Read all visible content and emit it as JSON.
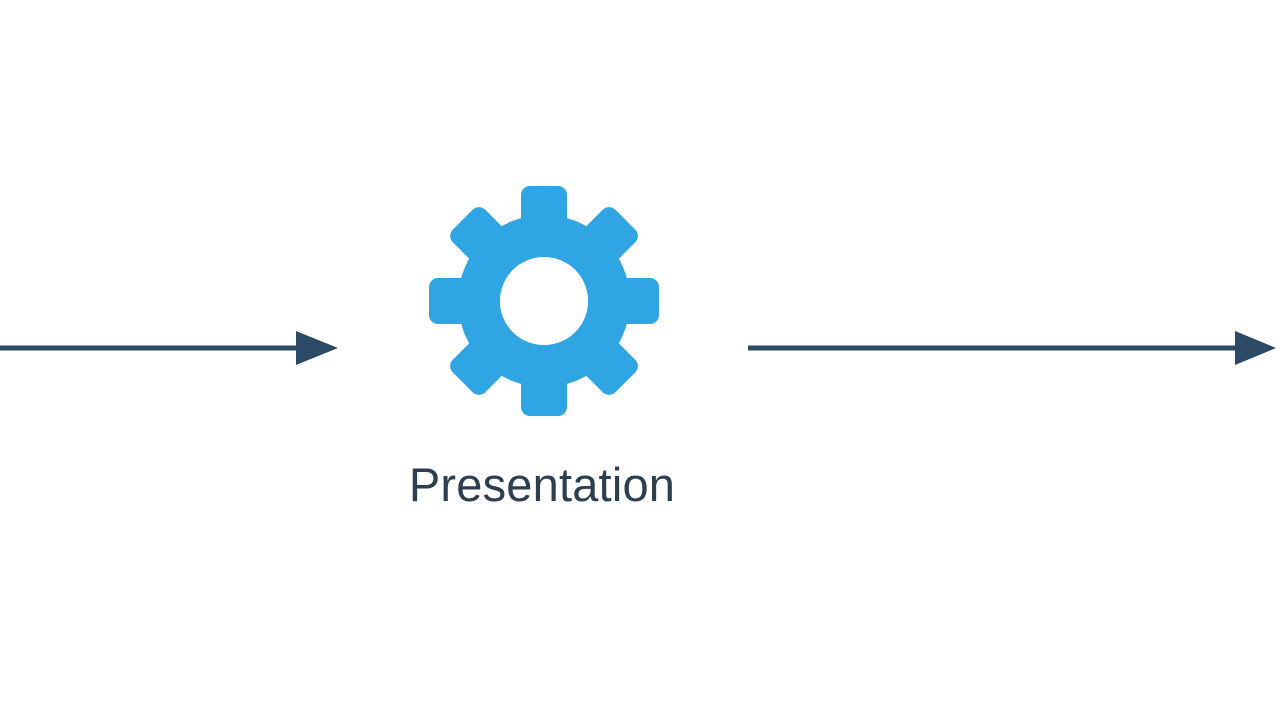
{
  "diagram": {
    "process": {
      "label": "Presentation",
      "icon": "gear-icon",
      "icon_color": "#2fa5e3"
    },
    "arrows": {
      "color": "#2c4a66",
      "incoming": {
        "direction": "right",
        "target": "process"
      },
      "outgoing": {
        "direction": "right",
        "source": "process"
      }
    },
    "label_color": "#2c3e50",
    "background": "#ffffff"
  }
}
